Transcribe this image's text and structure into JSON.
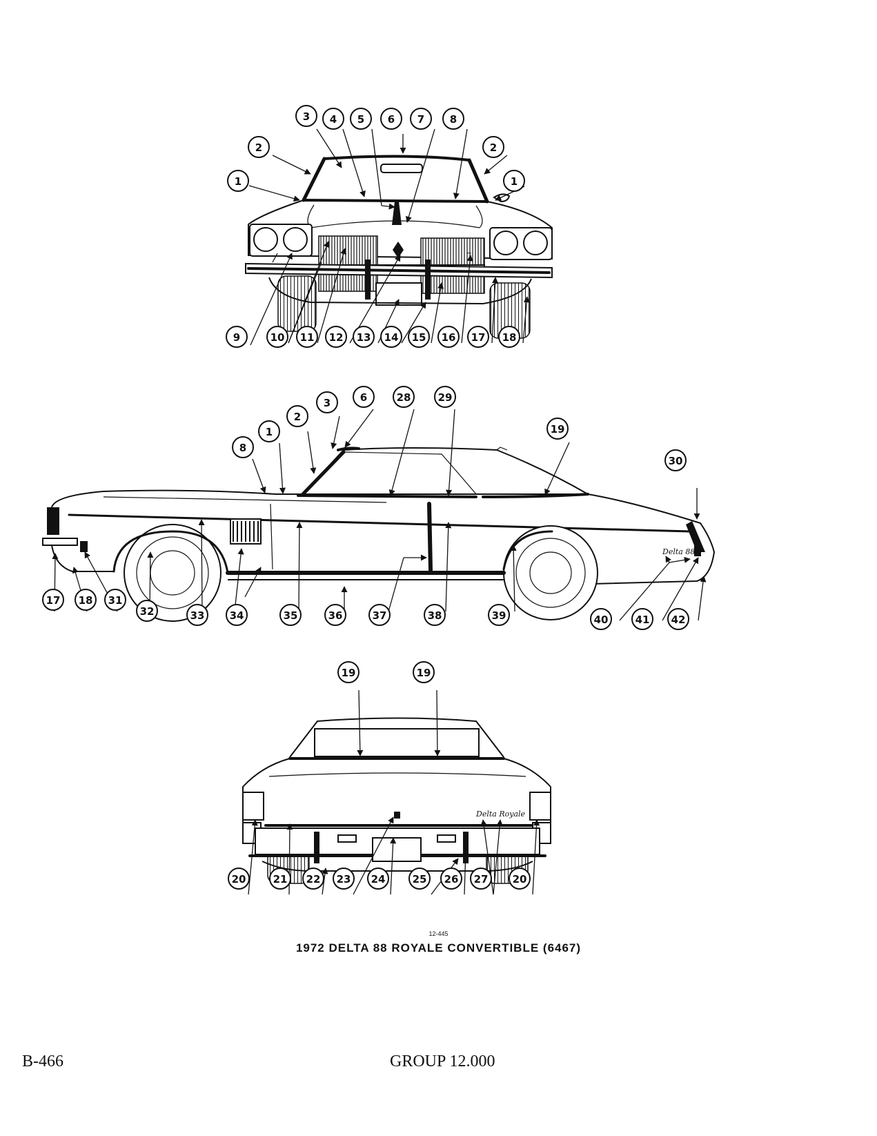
{
  "figure": {
    "number": "12-445",
    "caption": "1972 DELTA 88 ROYALE CONVERTIBLE (6467)"
  },
  "footer": {
    "page_id": "B-466",
    "group": "GROUP 12.000"
  },
  "emblems": {
    "side_script": "Delta 88",
    "rear_script": "Delta Royale"
  },
  "views": {
    "front": {
      "callouts": [
        "1",
        "2",
        "3",
        "4",
        "5",
        "6",
        "7",
        "8",
        "2",
        "1",
        "9",
        "10",
        "11",
        "12",
        "13",
        "14",
        "15",
        "16",
        "17",
        "18"
      ]
    },
    "side": {
      "callouts": [
        "8",
        "1",
        "2",
        "3",
        "6",
        "28",
        "29",
        "19",
        "30",
        "17",
        "18",
        "31",
        "32",
        "33",
        "34",
        "35",
        "36",
        "37",
        "38",
        "39",
        "40",
        "41",
        "42"
      ]
    },
    "rear": {
      "callouts": [
        "19",
        "19",
        "20",
        "21",
        "22",
        "23",
        "24",
        "25",
        "26",
        "27",
        "20"
      ]
    }
  }
}
